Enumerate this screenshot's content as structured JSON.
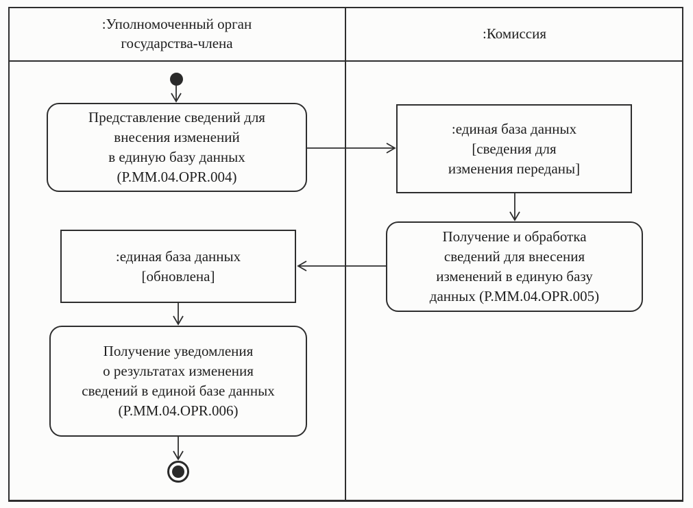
{
  "diagram": {
    "type": "uml-activity-swimlane",
    "colors": {
      "ink": "#2e2e2e",
      "paper": "#fcfcfb"
    },
    "lanes": [
      {
        "title": ":Уполномоченный орган\nгосударства-члена"
      },
      {
        "title": ":Комиссия"
      }
    ],
    "nodes": {
      "activity1": "Представление сведений для\nвнесения изменений\nв единую базу данных\n(P.MM.04.OPR.004)",
      "object1": ":единая база данных\n[сведения для\nизменения переданы]",
      "activity2": "Получение и обработка\nсведений для внесения\nизменений в единую базу\nданных (P.MM.04.OPR.005)",
      "object2": ":единая база данных\n[обновлена]",
      "activity3": "Получение уведомления\nо результатах изменения\nсведений в единой базе данных\n(P.MM.04.OPR.006)"
    },
    "flow": [
      "initial -> activity1",
      "activity1 -> object1",
      "object1 -> activity2",
      "activity2 -> object2",
      "object2 -> activity3",
      "activity3 -> final"
    ]
  }
}
